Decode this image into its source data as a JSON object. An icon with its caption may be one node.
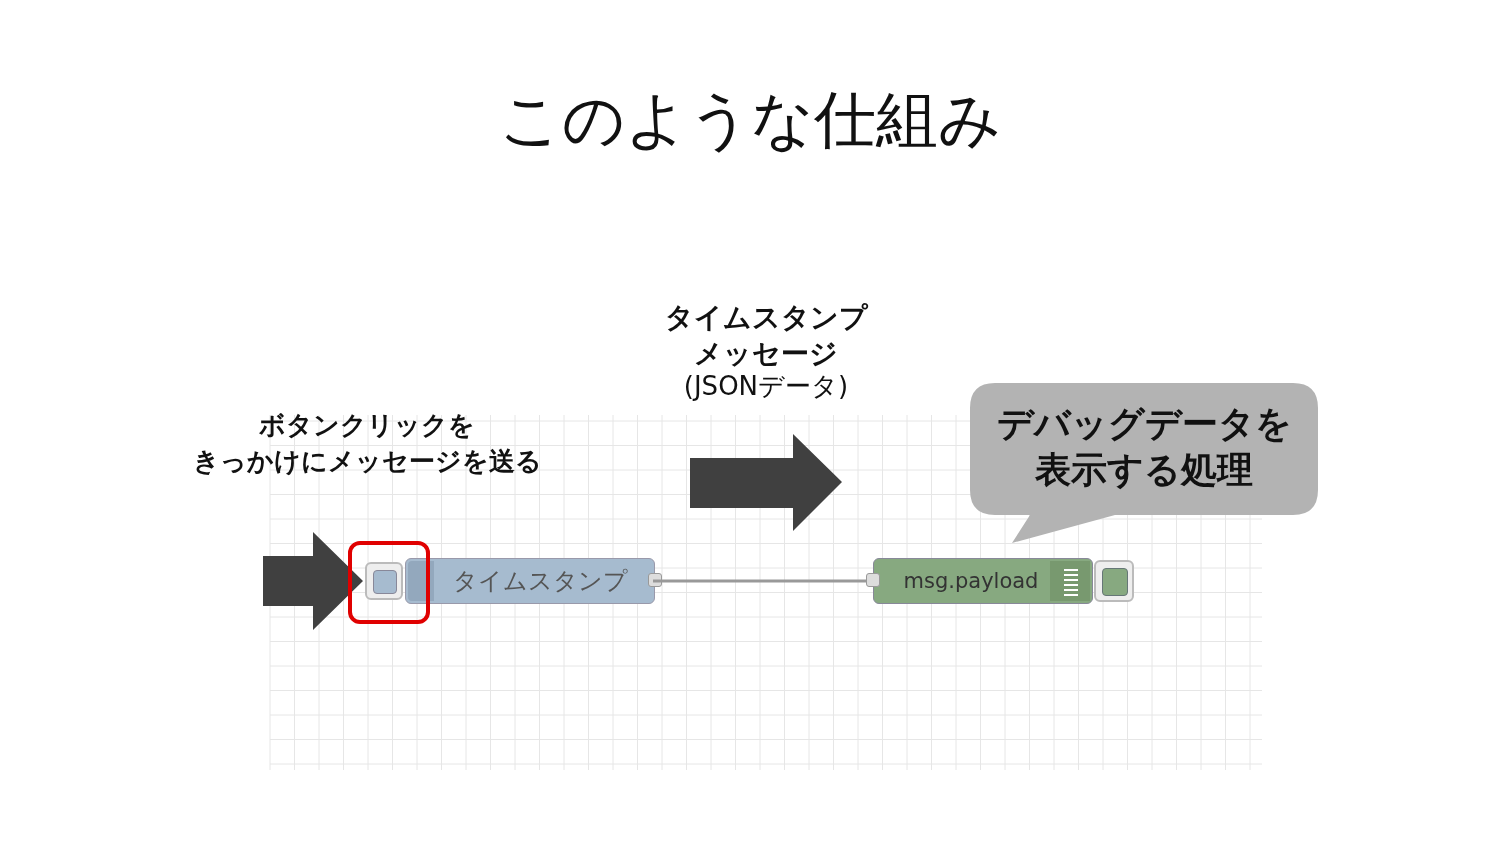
{
  "diagram": {
    "title": "このような仕組み",
    "nodes": [
      {
        "text": [
          "タイムスタンプ"
        ]
      },
      {
        "text": [
          "msg.payload"
        ]
      },
      {
        "text": [
          "デバッグデータを表示する処理"
        ]
      }
    ],
    "edges": [
      {
        "from": 0,
        "to": 1,
        "arrow": "none",
        "color": "#999999"
      },
      {
        "from": null,
        "to": 0,
        "arrow": "to",
        "style": "thick",
        "color": "#404040"
      }
    ],
    "labels": [
      "ボタンクリックを",
      "きっかけにメッセージを送る",
      "タイムスタンプメッセージ",
      "(JSONデータ)"
    ]
  }
}
